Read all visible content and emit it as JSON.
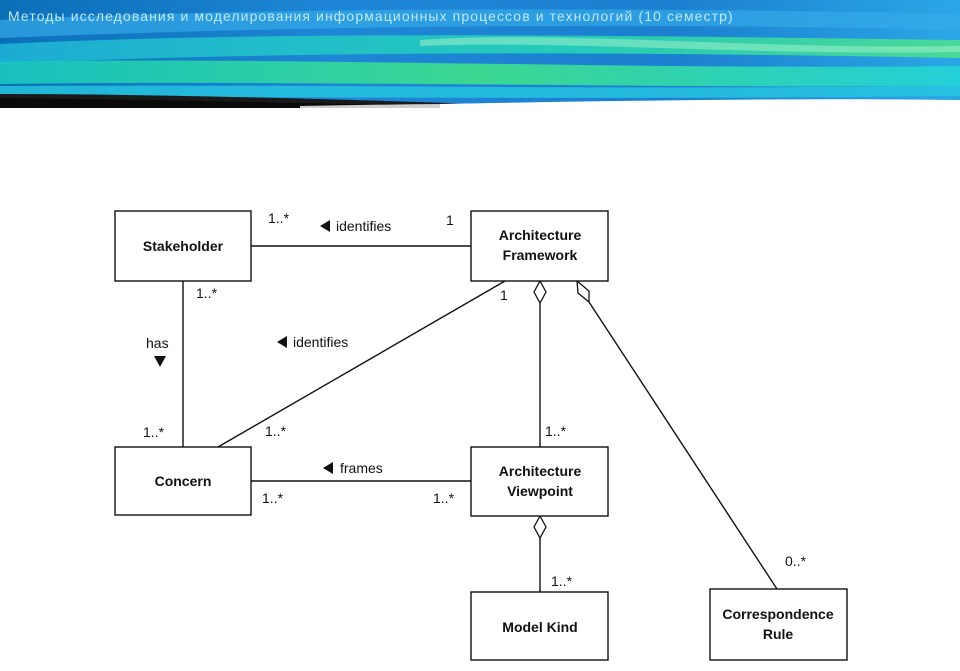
{
  "header": {
    "title": "Методы исследования и моделирования информационных процессов и технологий (10 семестр)",
    "colors": [
      "#0a3d99",
      "#1d8fd8",
      "#1fd3c9",
      "#45e07f",
      "#ffffff",
      "#1a1a1a"
    ]
  },
  "diagram": {
    "nodes": {
      "stakeholder": [
        "Stakeholder"
      ],
      "framework": [
        "Architecture",
        "Framework"
      ],
      "concern": [
        "Concern"
      ],
      "viewpoint": [
        "Architecture",
        "Viewpoint"
      ],
      "model_kind": [
        "Model Kind"
      ],
      "correspondence_rule": [
        "Correspondence",
        "Rule"
      ]
    },
    "associations": {
      "stakeholder_framework": {
        "label": "identifies",
        "direction": "left",
        "mult_a": "1..*",
        "mult_b": "1"
      },
      "stakeholder_concern": {
        "label": "has",
        "direction": "down",
        "mult_a": "1..*",
        "mult_b": "1..*"
      },
      "framework_concern": {
        "label": "identifies",
        "direction": "left",
        "mult_a": "1",
        "mult_b": "1..*"
      },
      "concern_viewpoint": {
        "label": "frames",
        "direction": "left",
        "mult_a": "1..*",
        "mult_b": "1..*"
      },
      "framework_viewpoint": {
        "type": "aggregation",
        "mult_b": "1..*"
      },
      "framework_correspondence": {
        "type": "aggregation",
        "mult_b": "0..*"
      },
      "viewpoint_modelkind": {
        "type": "aggregation",
        "mult_b": "1..*"
      }
    }
  }
}
